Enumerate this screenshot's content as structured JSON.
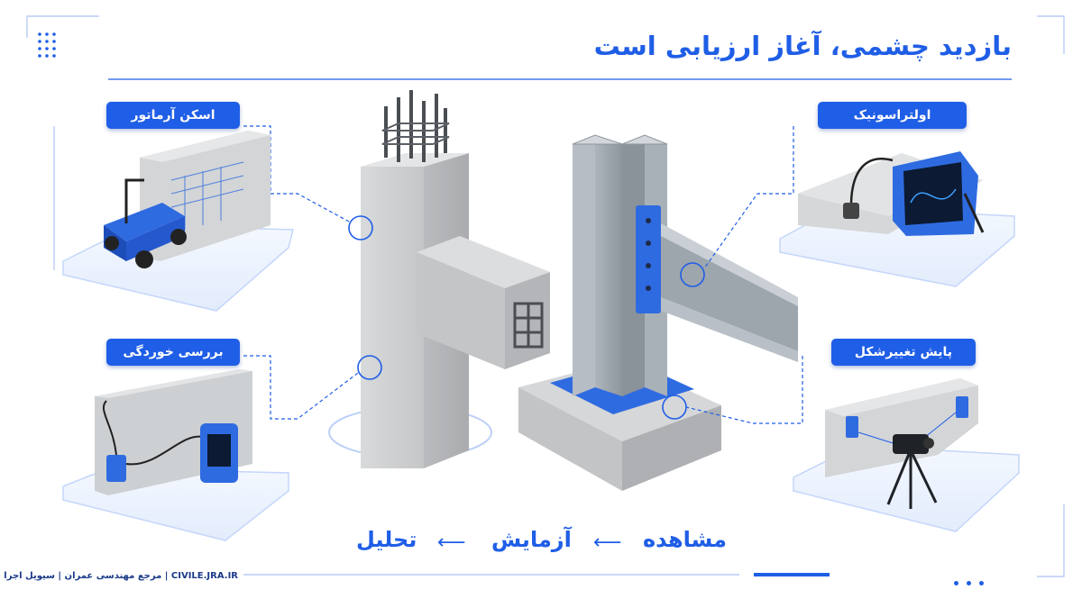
{
  "title": "بازدید چشمی، آغاز ارزیابی است",
  "labels": {
    "rebar_scan": "اسکن آرماتور",
    "corrosion": "بررسی خوردگی",
    "ultrasonic": "اولتراسونیک",
    "deformation": "پایش تغییرشکل"
  },
  "flow": {
    "step1": "مشاهده",
    "step2": "آزمایش",
    "step3": "تحلیل",
    "arrow": "⟵"
  },
  "footer": "CIVILE.JRA.IR | مرجع مهندسی عمران | سیویل اجرا",
  "colors": {
    "accent": "#1f5ee6",
    "concrete": "#c9cbcd",
    "steel": "#9aa3ab",
    "platform": "#eef4ff"
  }
}
